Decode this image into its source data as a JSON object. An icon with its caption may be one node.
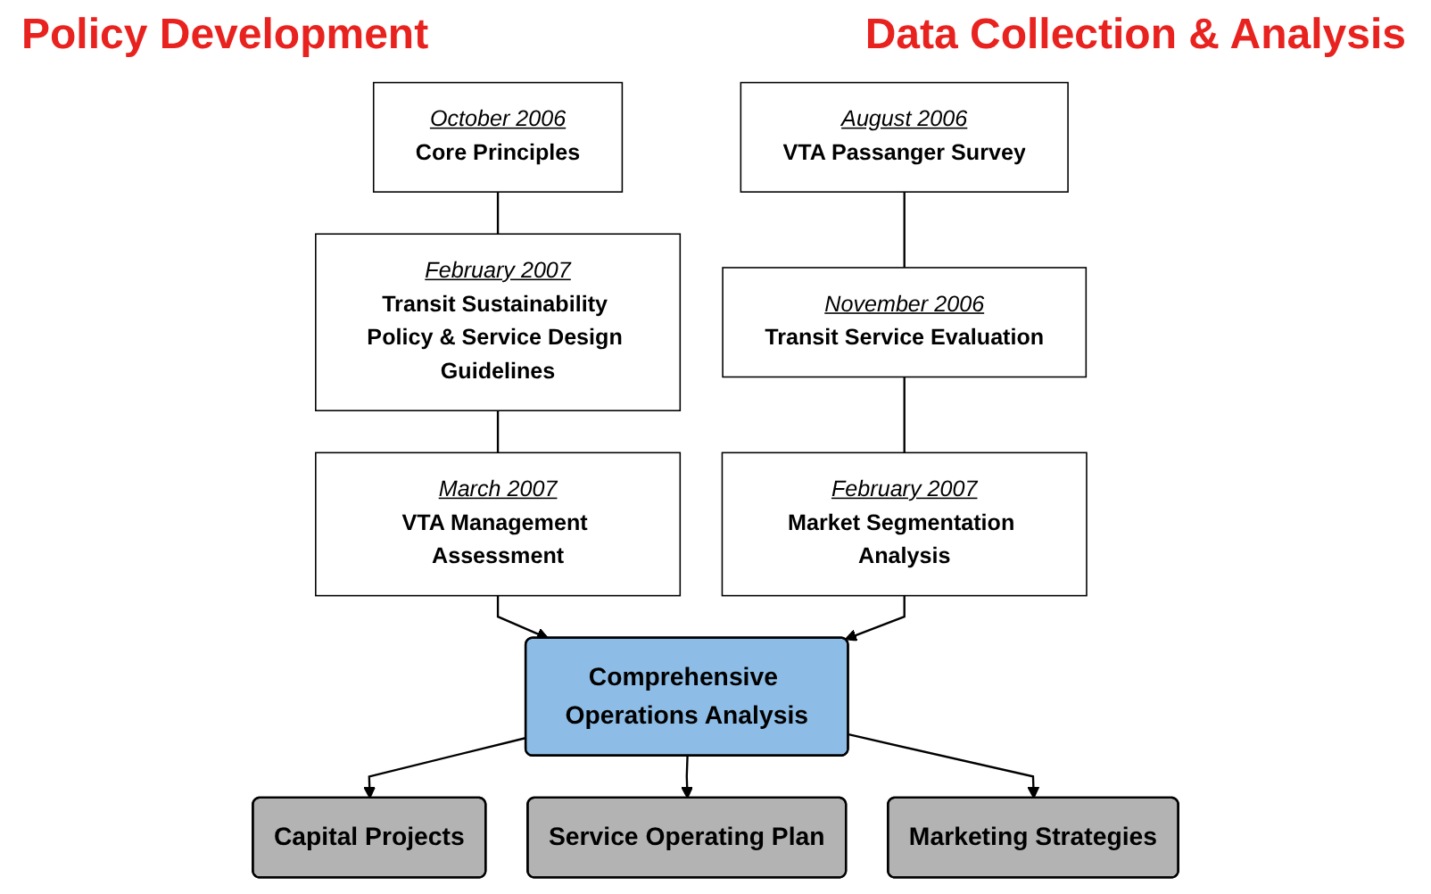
{
  "diagram": {
    "nodes": [
      {
        "text": [
          "October 2006",
          "Core Principles"
        ]
      },
      {
        "text": [
          "February 2007",
          "Transit Sustainability Policy & Service Design Guidelines"
        ]
      },
      {
        "text": [
          "March 2007",
          "VTA Management Assessment"
        ]
      },
      {
        "text": [
          "August 2006",
          "VTA Passanger Survey"
        ]
      },
      {
        "text": [
          "November 2006",
          "Transit Service Evaluation"
        ]
      },
      {
        "text": [
          "February 2007",
          "Market Segmentation Analysis"
        ]
      },
      {
        "text": [
          "Comprehensive Operations Analysis"
        ]
      },
      {
        "text": [
          "Capital Projects"
        ]
      },
      {
        "text": [
          "Service Operating Plan"
        ]
      },
      {
        "text": [
          "Marketing Strategies"
        ]
      }
    ],
    "edges": [
      {
        "from": 0,
        "to": 1,
        "arrow": "none"
      },
      {
        "from": 1,
        "to": 2,
        "arrow": "none"
      },
      {
        "from": 3,
        "to": 4,
        "arrow": "none"
      },
      {
        "from": 4,
        "to": 5,
        "arrow": "none"
      },
      {
        "from": 2,
        "to": 6,
        "arrow": "to"
      },
      {
        "from": 5,
        "to": 6,
        "arrow": "to"
      },
      {
        "from": 6,
        "to": 7,
        "arrow": "to"
      },
      {
        "from": 6,
        "to": 8,
        "arrow": "to"
      },
      {
        "from": 6,
        "to": 9,
        "arrow": "to"
      }
    ],
    "labels": [
      "Policy Development",
      "Data Collection & Analysis"
    ]
  }
}
